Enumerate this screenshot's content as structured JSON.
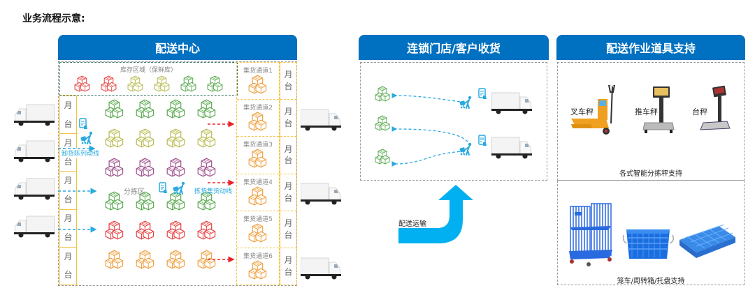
{
  "page_title": "业务流程示意:",
  "colors": {
    "header_blue": "#0070c0",
    "dock_yellow": "#f5c242",
    "flow_blue": "#29a9e0",
    "flow_red": "#e8202a",
    "arrow_cyan": "#00b0f0",
    "box_red": "#e84040",
    "box_olive": "#b8bc50",
    "box_green": "#5aaa50",
    "box_purple": "#a0508c",
    "box_orange": "#f0a040"
  },
  "distribution_center": {
    "title": "配送中心",
    "storage_zone": {
      "label": "库存区域（保鲜库）",
      "boxes": [
        "red",
        "red",
        "olive",
        "olive",
        "green",
        "green"
      ]
    },
    "left_docks": [
      "月台",
      "月台",
      "月台",
      "月台",
      "月台"
    ],
    "sorting_zone": {
      "label": "分拣区",
      "rows": [
        [
          "green",
          "green",
          "green",
          "green"
        ],
        [
          "olive",
          "olive",
          "olive",
          "olive"
        ],
        [
          "purple",
          "purple",
          "purple",
          "purple"
        ],
        [
          "green",
          "green",
          "green",
          "green"
        ],
        [
          "red",
          "red",
          "red",
          "red"
        ],
        [
          "orange",
          "orange",
          "orange",
          "orange"
        ]
      ]
    },
    "unload_flow_label": "卸货陈列动线",
    "pick_flow_label": "拣货集货动线",
    "collection_lanes": [
      "集货通道1",
      "集货通道2",
      "集货通道3",
      "集货通道4",
      "集货通道5",
      "集货通道6"
    ],
    "right_docks": [
      "月台",
      "月台",
      "月台",
      "月台",
      "月台",
      "月台"
    ],
    "dock_char_1": "月",
    "dock_char_2": "台"
  },
  "transport": {
    "label": "配送运输"
  },
  "store_receiving": {
    "title": "连锁门店/客户收货"
  },
  "tools_support": {
    "title": "配送作业道具支持",
    "scales": [
      {
        "label": "叉车秤",
        "icon": "pallet-jack-scale-icon"
      },
      {
        "label": "推车秤",
        "icon": "cart-scale-icon"
      },
      {
        "label": "台秤",
        "icon": "platform-scale-icon"
      }
    ],
    "scales_caption": "各式智能分拣秤支持",
    "containers_caption": "笼车/周转箱/托盘支持"
  }
}
